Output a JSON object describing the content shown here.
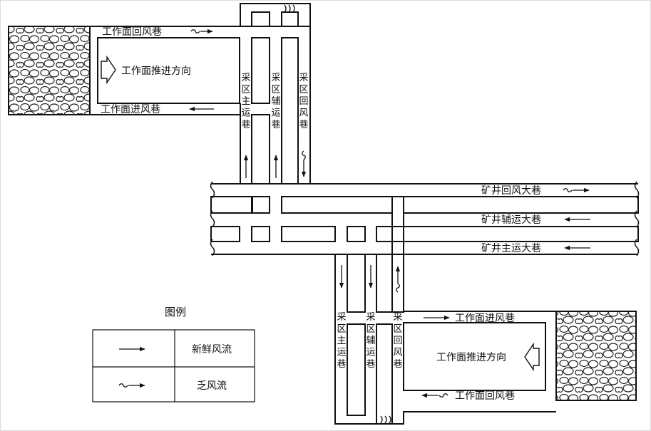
{
  "top_face": {
    "return_roadway": "工作面回风巷",
    "intake_roadway": "工作面进风巷",
    "advance_direction": "工作面推进方向"
  },
  "bottom_face": {
    "intake_roadway": "工作面进风巷",
    "return_roadway": "工作面回风巷",
    "advance_direction": "工作面推进方向"
  },
  "upper_district": {
    "main_haulage": "采区主运巷",
    "aux_haulage": "采区辅运巷",
    "return": "采区回风巷"
  },
  "lower_district": {
    "main_haulage": "采区主运巷",
    "aux_haulage": "采区辅运巷",
    "return": "采区回风巷"
  },
  "main_roadways": {
    "return": "矿井回风大巷",
    "aux": "矿井辅运大巷",
    "main": "矿井主运大巷"
  },
  "legend": {
    "title": "图例",
    "fresh_air": "新鲜风流",
    "stale_air": "乏风流"
  }
}
